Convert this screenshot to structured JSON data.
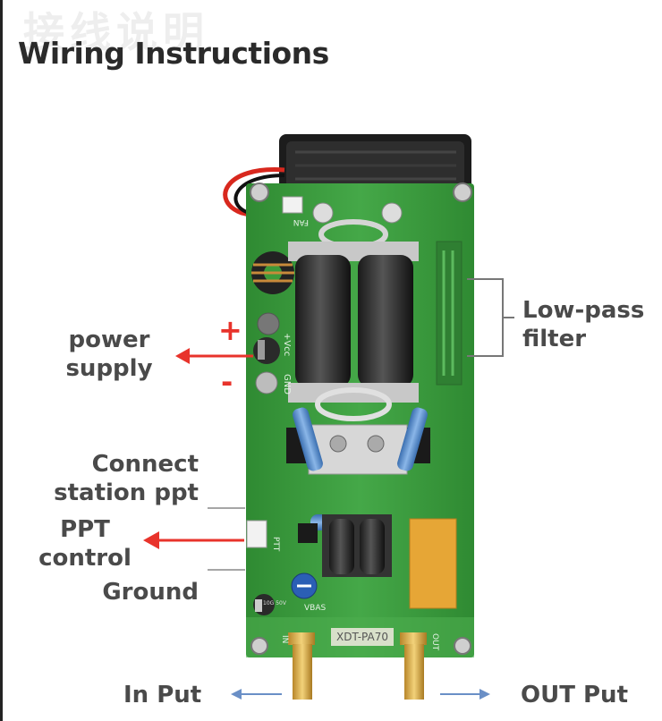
{
  "watermark": "接线说明",
  "title": "Wiring Instructions",
  "labels": {
    "low_pass_line1": "Low-pass",
    "low_pass_line2": "filter",
    "power_line1": "power",
    "power_line2": "supply",
    "plus": "+",
    "minus": "-",
    "connect_line1": "Connect",
    "connect_line2": "station ppt",
    "ppt_line1": "PPT",
    "ppt_line2": "control",
    "ground": "Ground",
    "in_put": "In Put",
    "out_put": "OUT Put"
  },
  "board": {
    "model": "XDT-PA70",
    "vcc": "+Vcc",
    "gnd": "GND",
    "fan": "FAN",
    "ptt": "PTT",
    "vbas": "VBAS",
    "in": "IN",
    "out": "OUT",
    "cap": "10G 50V"
  },
  "colors": {
    "arrow_red": "#e8332b",
    "arrow_blue": "#6a8fc6",
    "pcb_green": "#3d9a3a"
  }
}
